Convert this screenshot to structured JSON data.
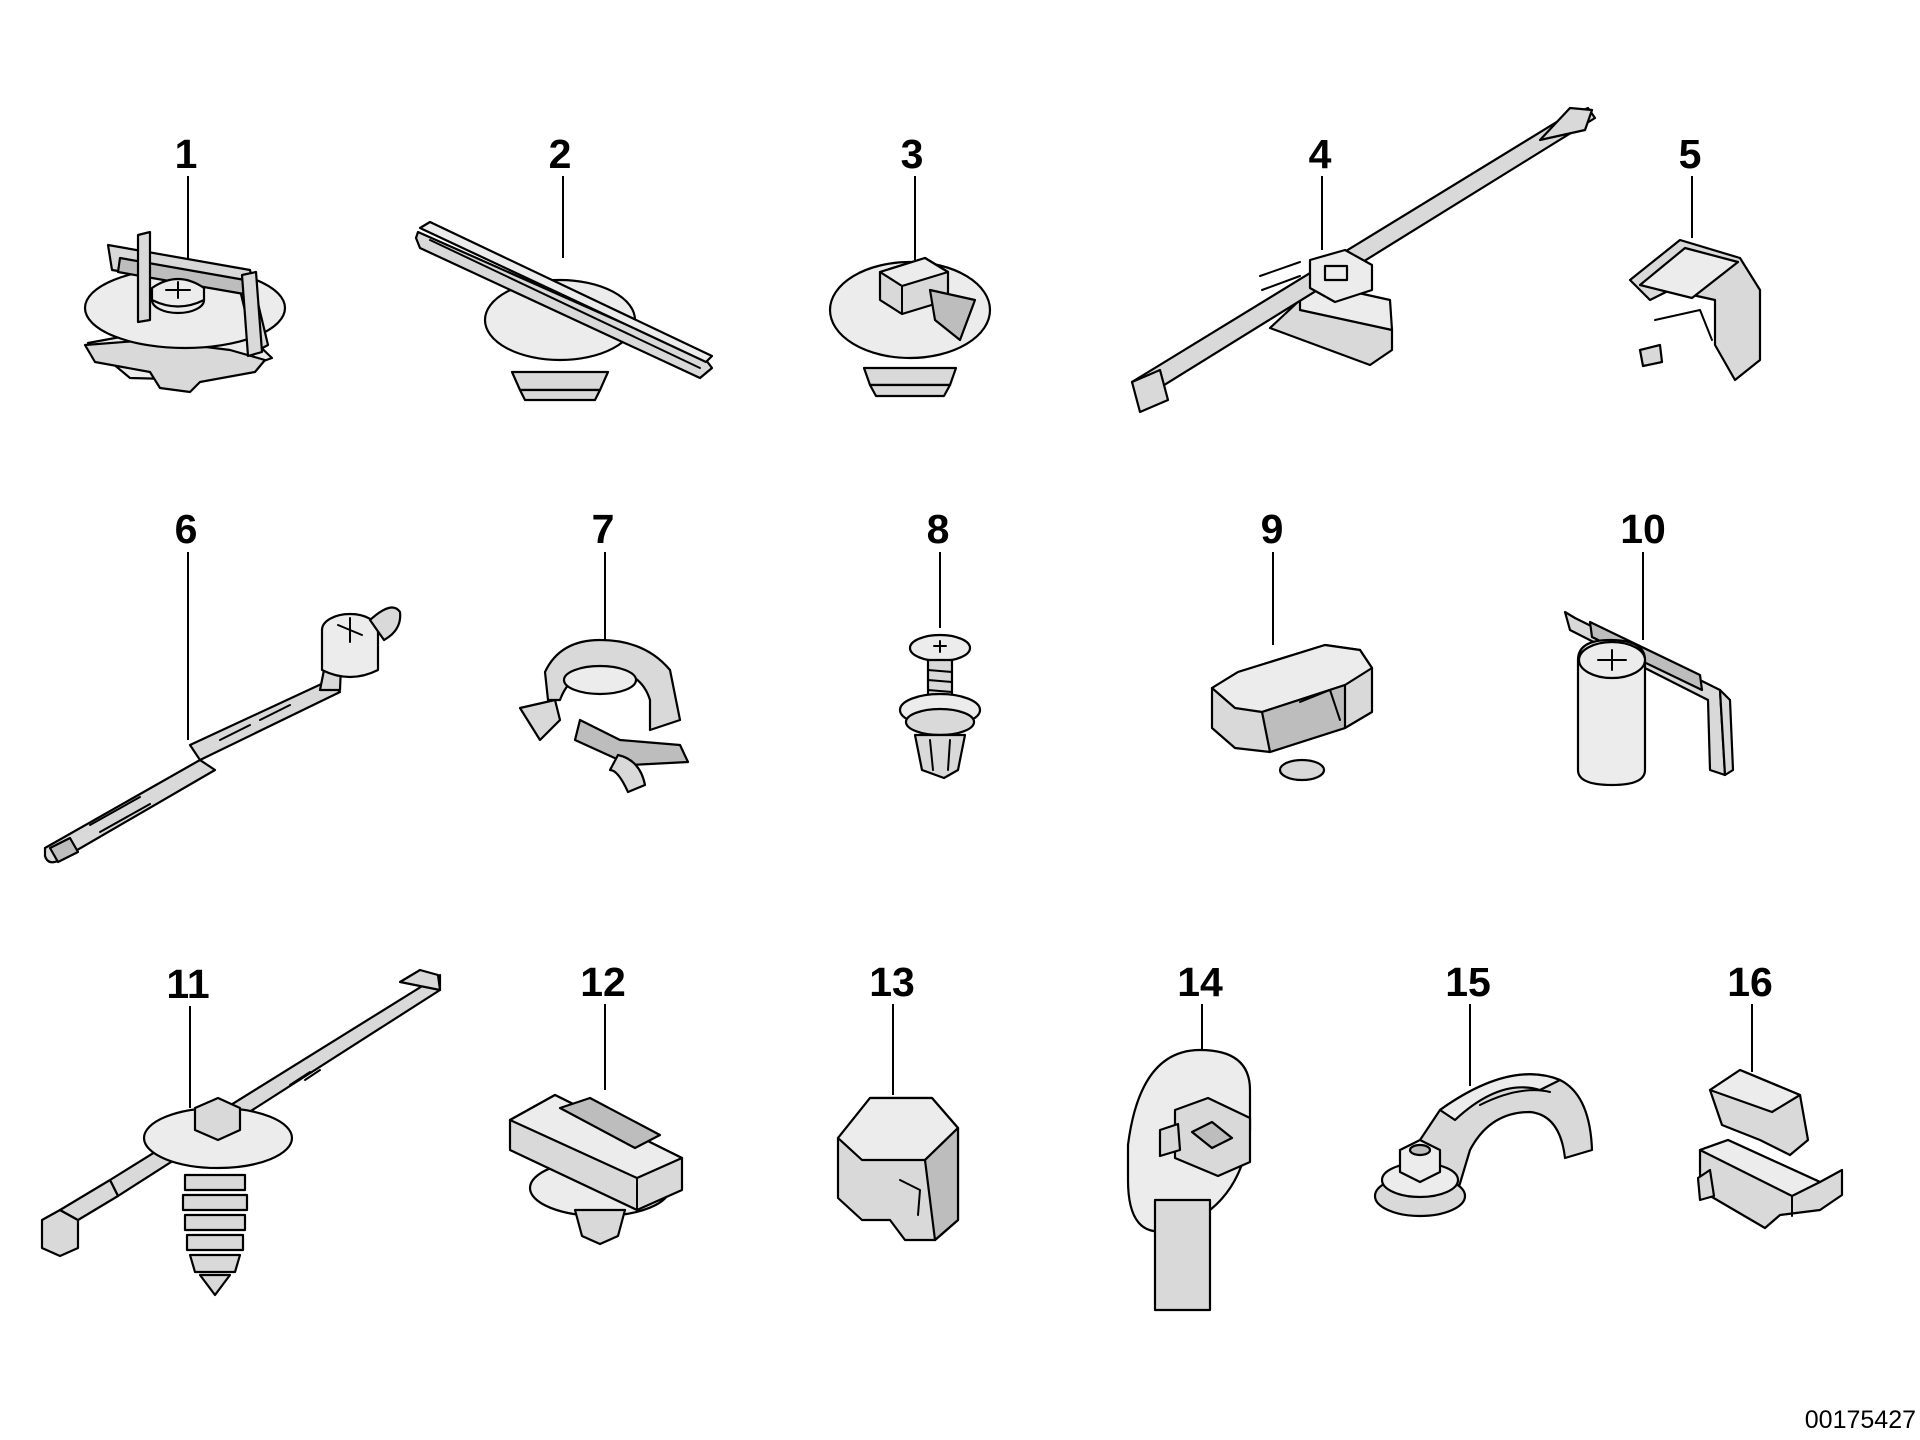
{
  "parts": [
    {
      "number": "1"
    },
    {
      "number": "2"
    },
    {
      "number": "3"
    },
    {
      "number": "4"
    },
    {
      "number": "5"
    },
    {
      "number": "6"
    },
    {
      "number": "7"
    },
    {
      "number": "8"
    },
    {
      "number": "9"
    },
    {
      "number": "10"
    },
    {
      "number": "11"
    },
    {
      "number": "12"
    },
    {
      "number": "13"
    },
    {
      "number": "14"
    },
    {
      "number": "15"
    },
    {
      "number": "16"
    }
  ],
  "reference_number": "00175427"
}
